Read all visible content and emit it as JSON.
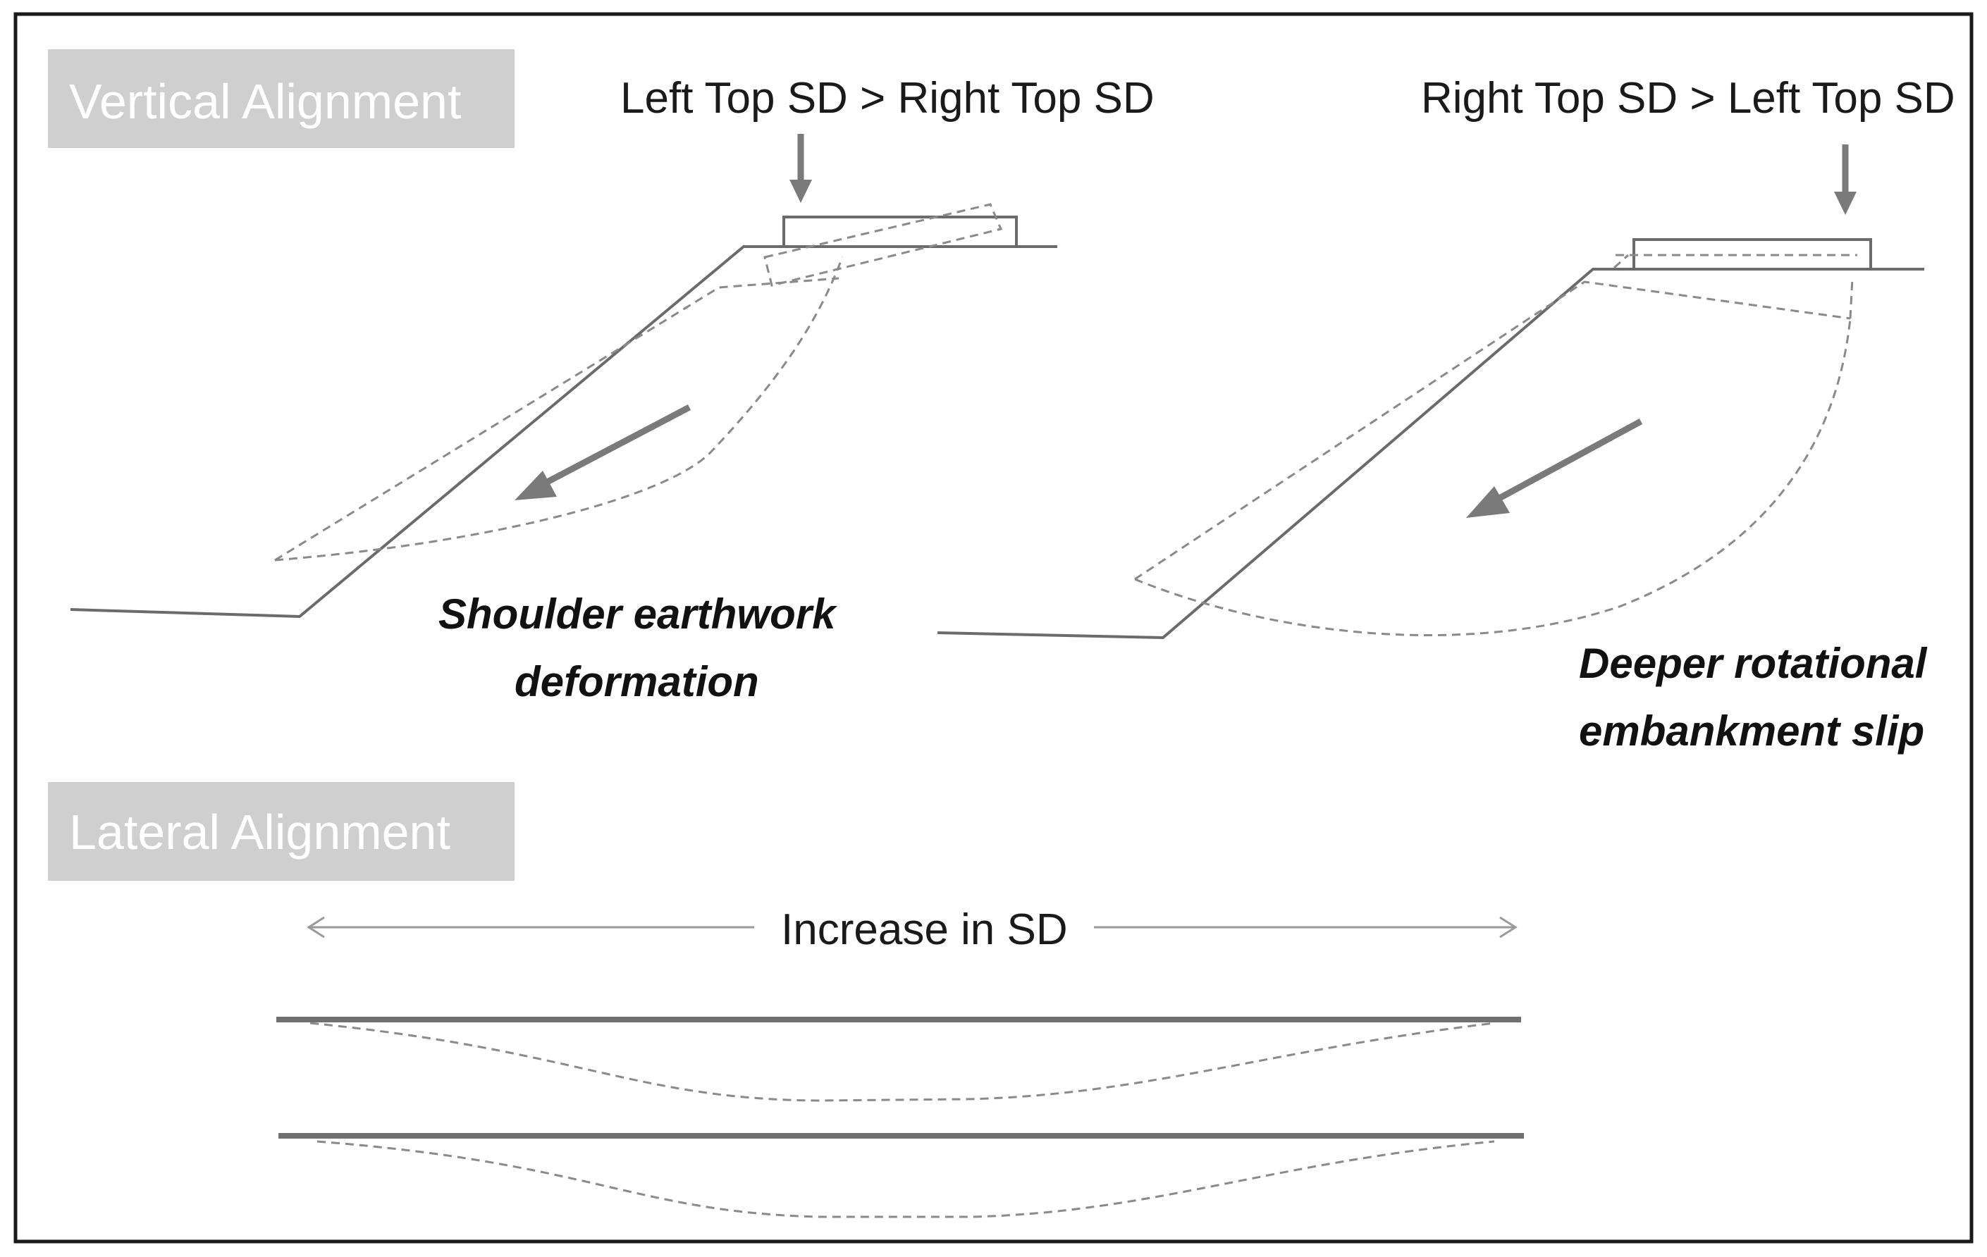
{
  "sections": {
    "vertical": "Vertical Alignment",
    "lateral": "Lateral Alignment"
  },
  "labels": {
    "left_case": "Left Top SD > Right Top SD",
    "right_case": "Right Top SD > Left Top SD",
    "increase": "Increase in SD"
  },
  "captions": {
    "shoulder_line1": "Shoulder earthwork",
    "shoulder_line2": "deformation",
    "slip_line1": "Deeper rotational",
    "slip_line2": "embankment slip"
  }
}
